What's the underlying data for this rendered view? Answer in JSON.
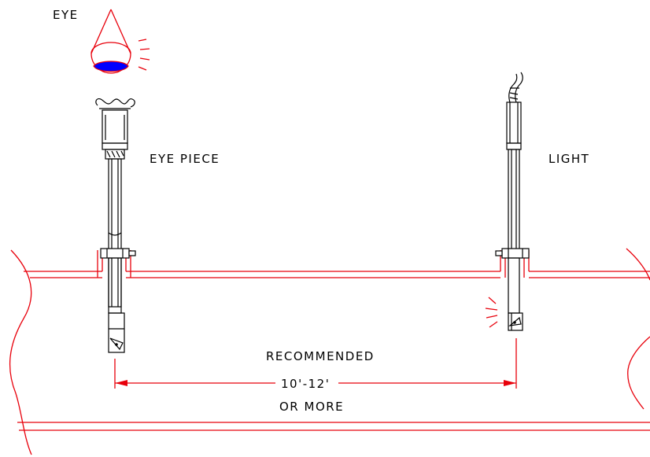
{
  "labels": {
    "eye": "EYE",
    "eye_piece": "EYE PIECE",
    "light": "LIGHT",
    "recommended": "RECOMMENDED",
    "distance": "10'-12'",
    "or_more": "OR MORE"
  },
  "colors": {
    "pipe": "#e8000b",
    "instrument": "#000000",
    "pupil": "#0000ff"
  },
  "icons": {
    "eye": "eye-icon",
    "light_rays": "light-rays-icon",
    "vision_rays": "vision-rays-icon"
  }
}
